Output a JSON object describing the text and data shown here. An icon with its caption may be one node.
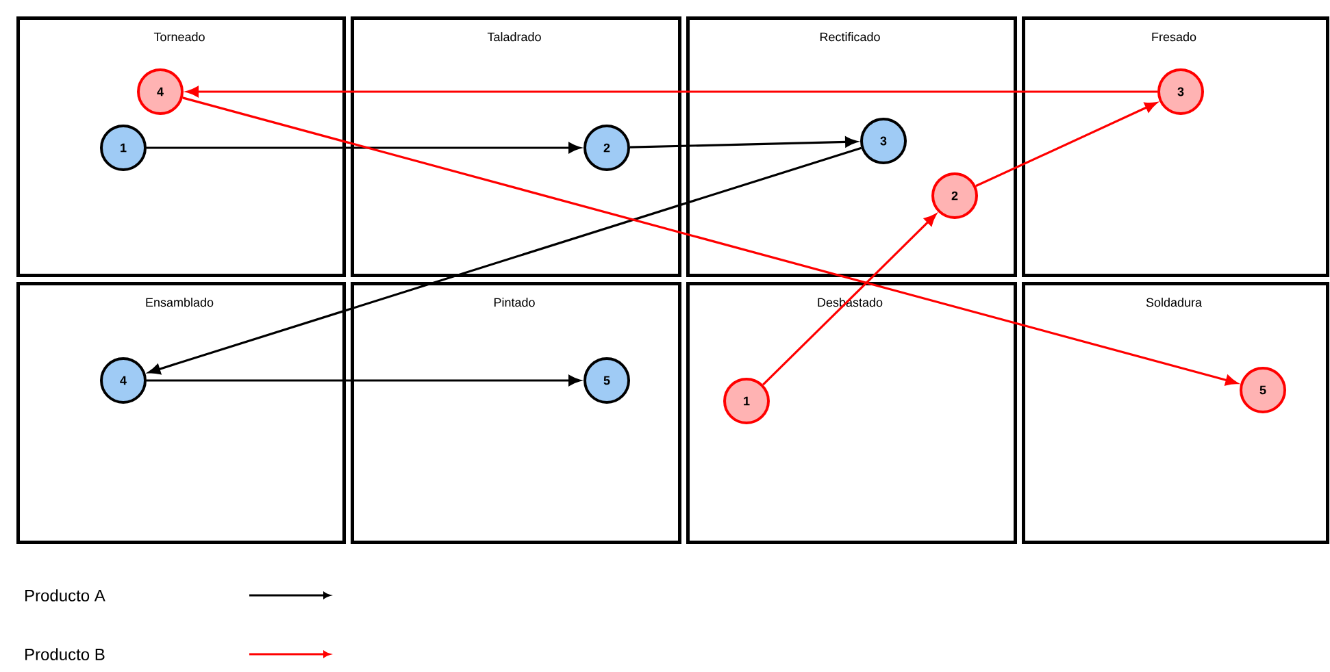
{
  "diagram": {
    "nodes": [
      {
        "text": [
          "Torneado"
        ]
      },
      {
        "text": [
          "Taladrado"
        ]
      },
      {
        "text": [
          "Rectificado"
        ]
      },
      {
        "text": [
          "Fresado"
        ]
      },
      {
        "text": [
          "Ensamblado"
        ]
      },
      {
        "text": [
          "Pintado"
        ]
      },
      {
        "text": [
          "Desbastado"
        ]
      },
      {
        "text": [
          "Soldadura"
        ]
      },
      {
        "text": [
          "1"
        ],
        "in": 0
      },
      {
        "text": [
          "2"
        ],
        "in": 1
      },
      {
        "text": [
          "3"
        ],
        "in": 2
      },
      {
        "text": [
          "4"
        ],
        "in": 4
      },
      {
        "text": [
          "5"
        ],
        "in": 5
      },
      {
        "text": [
          "1"
        ],
        "in": 6
      },
      {
        "text": [
          "2"
        ],
        "in": 2
      },
      {
        "text": [
          "3"
        ],
        "in": 3
      },
      {
        "text": [
          "4"
        ],
        "in": 0
      },
      {
        "text": [
          "5"
        ],
        "in": 7
      }
    ],
    "edges": [
      {
        "from": 8,
        "to": 9,
        "arrow": "to",
        "color": "#000000"
      },
      {
        "from": 9,
        "to": 10,
        "arrow": "to",
        "color": "#000000"
      },
      {
        "from": 10,
        "to": 11,
        "arrow": "to",
        "color": "#000000"
      },
      {
        "from": 11,
        "to": 12,
        "arrow": "to",
        "color": "#000000"
      },
      {
        "from": 13,
        "to": 14,
        "arrow": "to",
        "color": "#ff0000"
      },
      {
        "from": 14,
        "to": 15,
        "arrow": "to",
        "color": "#ff0000"
      },
      {
        "from": 15,
        "to": 16,
        "arrow": "to",
        "color": "#ff0000"
      },
      {
        "from": 16,
        "to": 17,
        "arrow": "to",
        "color": "#ff0000"
      }
    ],
    "legend": [
      {
        "text": "Producto A",
        "color": "#000000"
      },
      {
        "text": "Producto B",
        "color": "#ff0000"
      }
    ]
  }
}
